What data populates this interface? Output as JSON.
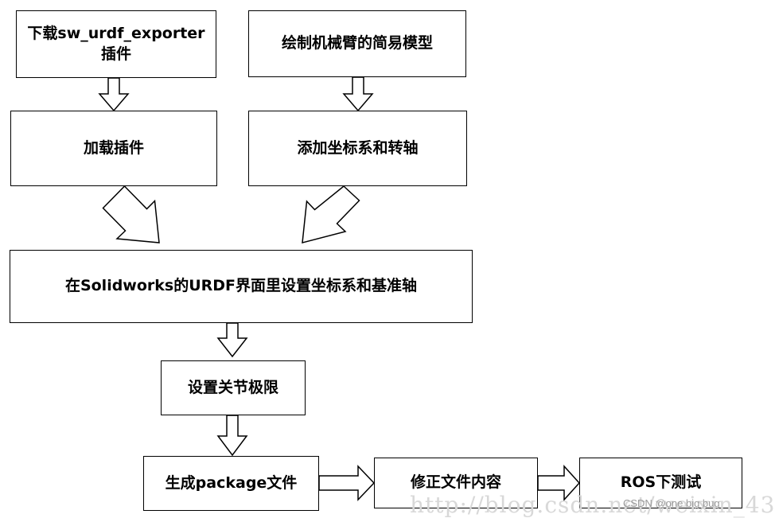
{
  "nodes": {
    "download_plugin": [
      "下载sw_urdf_exporter",
      "插件"
    ],
    "draw_model": "绘制机械臂的简易模型",
    "load_plugin": "加载插件",
    "add_frames": "添加坐标系和转轴",
    "setup_urdf": "在Solidworks的URDF界面里设置坐标系和基准轴",
    "joint_limits": "设置关节极限",
    "generate_package": "生成package文件",
    "fix_files": "修正文件内容",
    "ros_test": "ROS下测试"
  },
  "watermark": {
    "url": "http://blog.csdn.net/weixin_43",
    "credit": "CSDN @one big bug"
  }
}
